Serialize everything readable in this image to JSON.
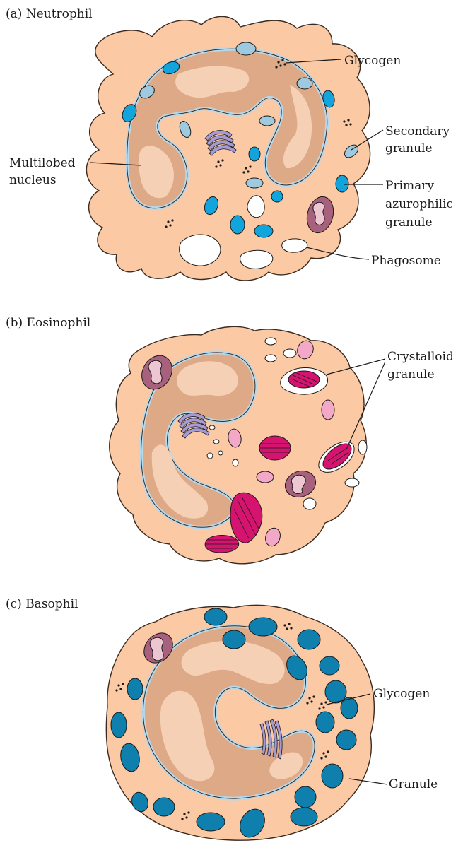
{
  "panels": {
    "neutrophil": {
      "title": "(a) Neutrophil",
      "labels": {
        "glycogen": "Glycogen",
        "secondary_line1": "Secondary",
        "secondary_line2": "granule",
        "nucleus_line1": "Multilobed",
        "nucleus_line2": "nucleus",
        "primary_line1": "Primary",
        "primary_line2": "azurophilic",
        "primary_line3": "granule",
        "phagosome": "Phagosome"
      }
    },
    "eosinophil": {
      "title": "(b) Eosinophil",
      "labels": {
        "crystalloid_line1": "Crystalloid",
        "crystalloid_line2": "granule"
      }
    },
    "basophil": {
      "title": "(c) Basophil",
      "labels": {
        "glycogen": "Glycogen",
        "granule": "Granule"
      }
    }
  },
  "colors": {
    "cytoplasm": "#fbc9a3",
    "nucleus": "#dda987",
    "nuclear_envelope": "#b7d8ea",
    "primary_granule": "#12a4dc",
    "secondary_granule": "#9ec9de",
    "mitochondrion": "#a8617c",
    "golgi": "#a79ad0",
    "crystalloid_granule": "#d4146f",
    "pink_granule": "#f2a8c6",
    "basophil_granule": "#0f7fad"
  }
}
